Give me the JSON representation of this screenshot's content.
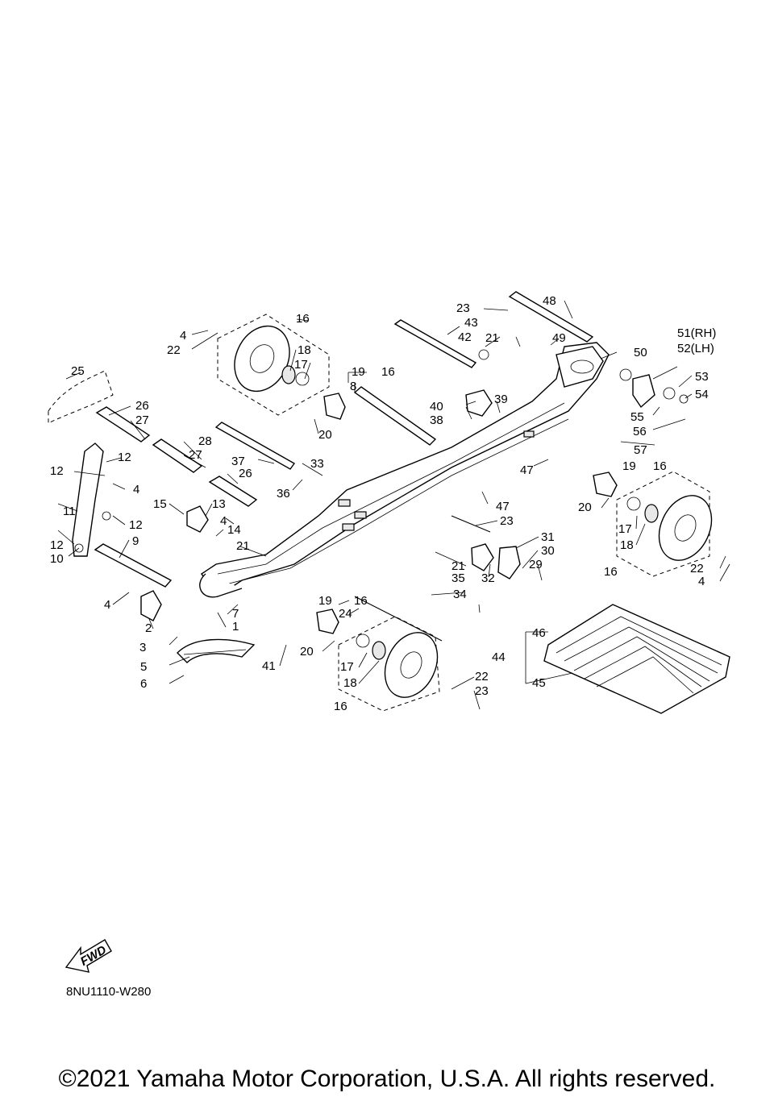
{
  "callouts": [
    "1",
    "2",
    "3",
    "4",
    "5",
    "6",
    "7",
    "8",
    "9",
    "10",
    "11",
    "12",
    "13",
    "14",
    "15",
    "16",
    "17",
    "18",
    "19",
    "20",
    "21",
    "22",
    "23",
    "24",
    "25",
    "26",
    "27",
    "28",
    "29",
    "30",
    "31",
    "32",
    "33",
    "34",
    "35",
    "36",
    "37",
    "38",
    "39",
    "40",
    "41",
    "42",
    "43",
    "44",
    "45",
    "46",
    "47",
    "48",
    "49",
    "50",
    "51(RH)",
    "52(LH)",
    "53",
    "54",
    "55",
    "56",
    "57"
  ],
  "fwd_label": "FWD",
  "diagram_code": "8NU1110-W280",
  "copyright": "©2021 Yamaha Motor Corporation, U.S.A. All rights reserved."
}
